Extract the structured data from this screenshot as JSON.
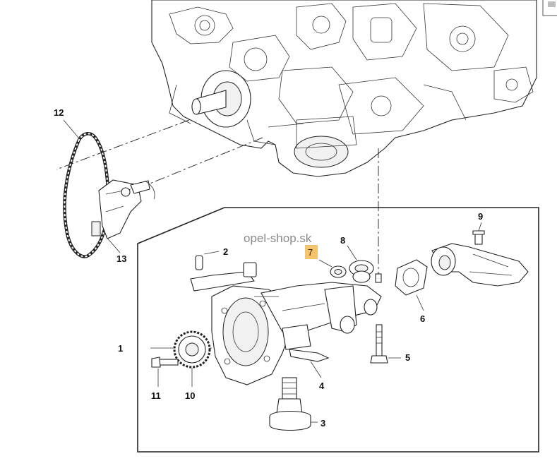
{
  "watermark": "opel-shop.sk",
  "highlight_color": "#f5c46a",
  "callouts": {
    "c1": "1",
    "c2": "2",
    "c3": "3",
    "c4": "4",
    "c5": "5",
    "c6": "6",
    "c7": "7",
    "c8": "8",
    "c9": "9",
    "c10": "10",
    "c11": "11",
    "c12": "12",
    "c13": "13"
  },
  "highlighted_callout": "7"
}
